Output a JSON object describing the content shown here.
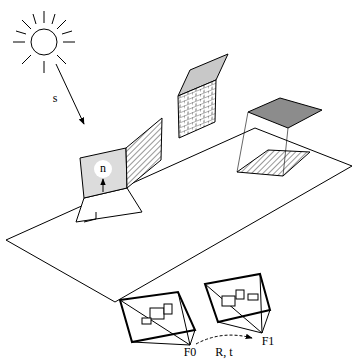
{
  "diagram": {
    "labels": [
      "s",
      "n",
      "F0",
      "R, t",
      "F1"
    ]
  }
}
